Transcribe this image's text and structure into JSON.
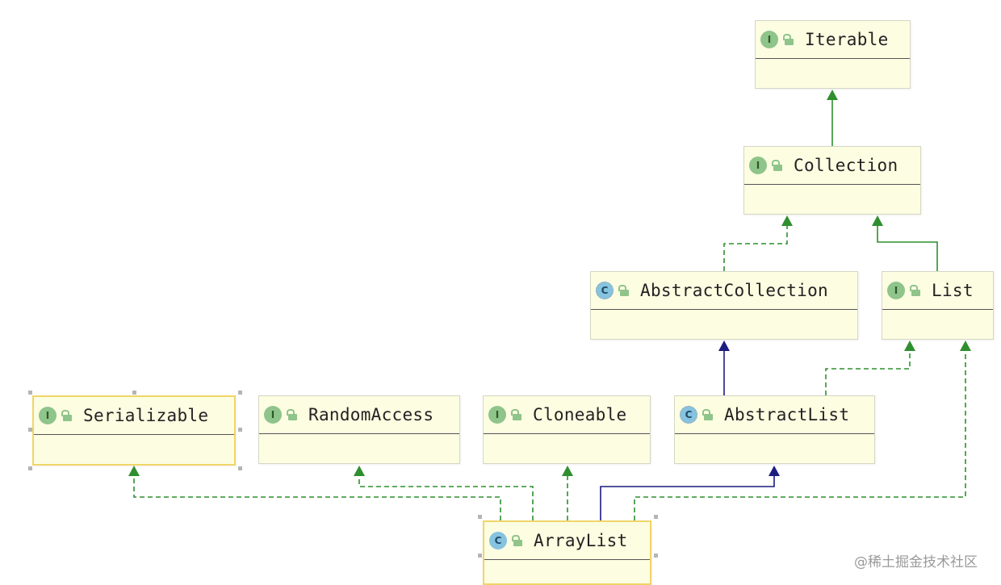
{
  "diagram": {
    "nodes": [
      {
        "id": "iterable",
        "kind": "I",
        "label": "Iterable"
      },
      {
        "id": "collection",
        "kind": "I",
        "label": "Collection"
      },
      {
        "id": "abstract_collection",
        "kind": "C",
        "label": "AbstractCollection"
      },
      {
        "id": "list",
        "kind": "I",
        "label": "List"
      },
      {
        "id": "serializable",
        "kind": "I",
        "label": "Serializable"
      },
      {
        "id": "random_access",
        "kind": "I",
        "label": "RandomAccess"
      },
      {
        "id": "cloneable",
        "kind": "I",
        "label": "Cloneable"
      },
      {
        "id": "abstract_list",
        "kind": "C",
        "label": "AbstractList"
      },
      {
        "id": "array_list",
        "kind": "C",
        "label": "ArrayList"
      }
    ],
    "edges": [
      {
        "from": "collection",
        "to": "iterable",
        "type": "extends-interface"
      },
      {
        "from": "abstract_collection",
        "to": "collection",
        "type": "implements"
      },
      {
        "from": "list",
        "to": "collection",
        "type": "extends-interface"
      },
      {
        "from": "abstract_list",
        "to": "abstract_collection",
        "type": "extends-class"
      },
      {
        "from": "abstract_list",
        "to": "list",
        "type": "implements"
      },
      {
        "from": "array_list",
        "to": "serializable",
        "type": "implements"
      },
      {
        "from": "array_list",
        "to": "random_access",
        "type": "implements"
      },
      {
        "from": "array_list",
        "to": "cloneable",
        "type": "implements"
      },
      {
        "from": "array_list",
        "to": "abstract_list",
        "type": "extends-class"
      },
      {
        "from": "array_list",
        "to": "list",
        "type": "implements"
      }
    ],
    "badges": {
      "interface": "I",
      "class": "C"
    },
    "colors": {
      "implements": "#2f8f2f",
      "extends_class": "#1c1c80",
      "node_fill": "#fdfde2",
      "selection": "#f0d567"
    }
  },
  "watermark": "@稀土掘金技术社区"
}
